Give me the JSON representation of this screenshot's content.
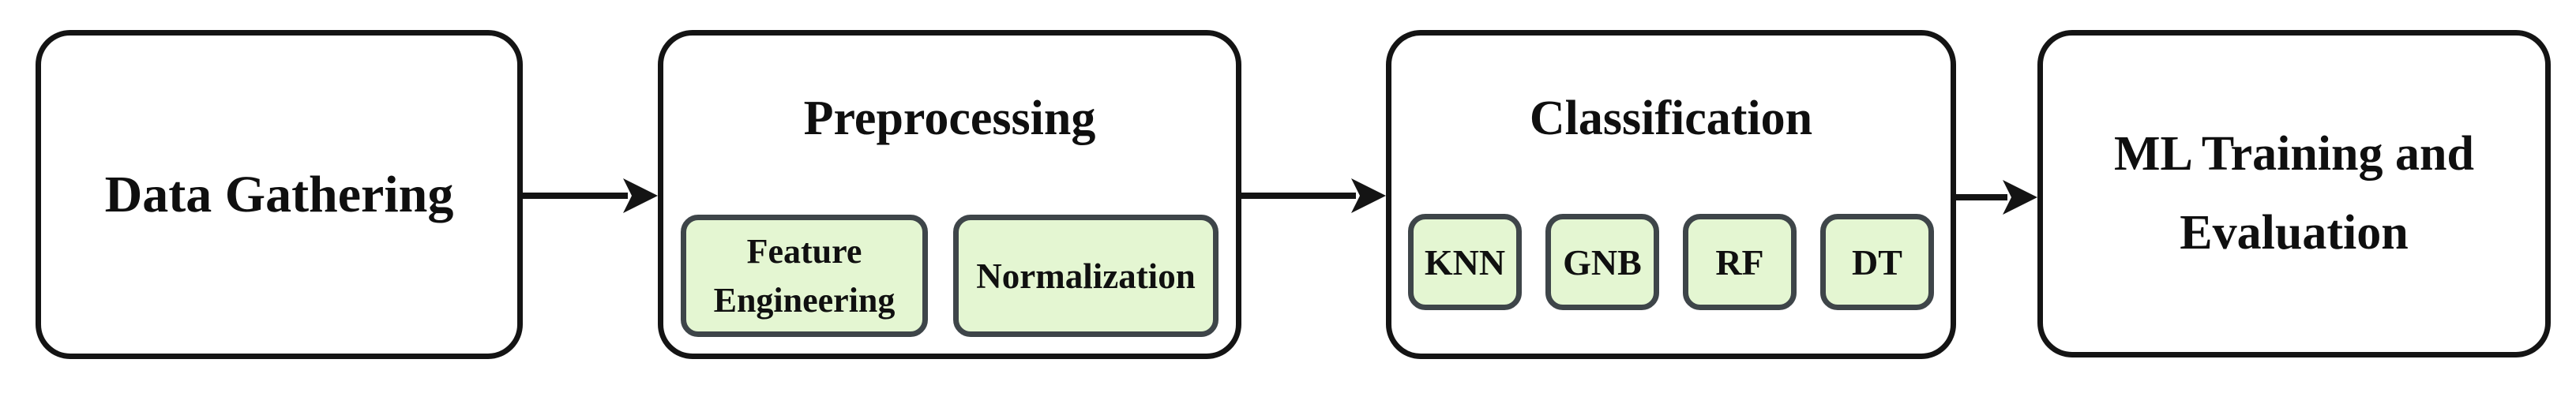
{
  "diagram": {
    "stages": [
      {
        "id": "data-gathering",
        "label": "Data Gathering",
        "children": []
      },
      {
        "id": "preprocessing",
        "label": "Preprocessing",
        "children": [
          "Feature Engineering",
          "Normalization"
        ]
      },
      {
        "id": "classification",
        "label": "Classification",
        "children": [
          "KNN",
          "GNB",
          "RF",
          "DT"
        ]
      },
      {
        "id": "ml-training-evaluation",
        "label": "ML Training and Evaluation",
        "children": []
      }
    ],
    "connectors": [
      {
        "from": "data-gathering",
        "to": "preprocessing",
        "icon": "right-arrow"
      },
      {
        "from": "preprocessing",
        "to": "classification",
        "icon": "right-arrow"
      },
      {
        "from": "classification",
        "to": "ml-training-evaluation",
        "icon": "right-arrow"
      }
    ],
    "colors": {
      "background": "#ffffff",
      "stage_fill": "#ffffff",
      "stage_border": "#141414",
      "chip_fill": "#e4f6d2",
      "chip_border": "#3e4549",
      "arrow": "#141414",
      "text": "#0f0f0f"
    }
  }
}
